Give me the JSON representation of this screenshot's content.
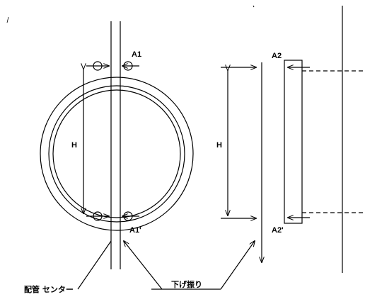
{
  "labels": {
    "a1": "A1",
    "a1_prime": "A1'",
    "a2": "A2",
    "a2_prime": "A2'",
    "h_left": "H",
    "h_right": "H",
    "pipe_center": "配管 センター",
    "plumb_line": "下げ振り"
  },
  "colors": {
    "ink": "#000000",
    "background": "#ffffff"
  }
}
